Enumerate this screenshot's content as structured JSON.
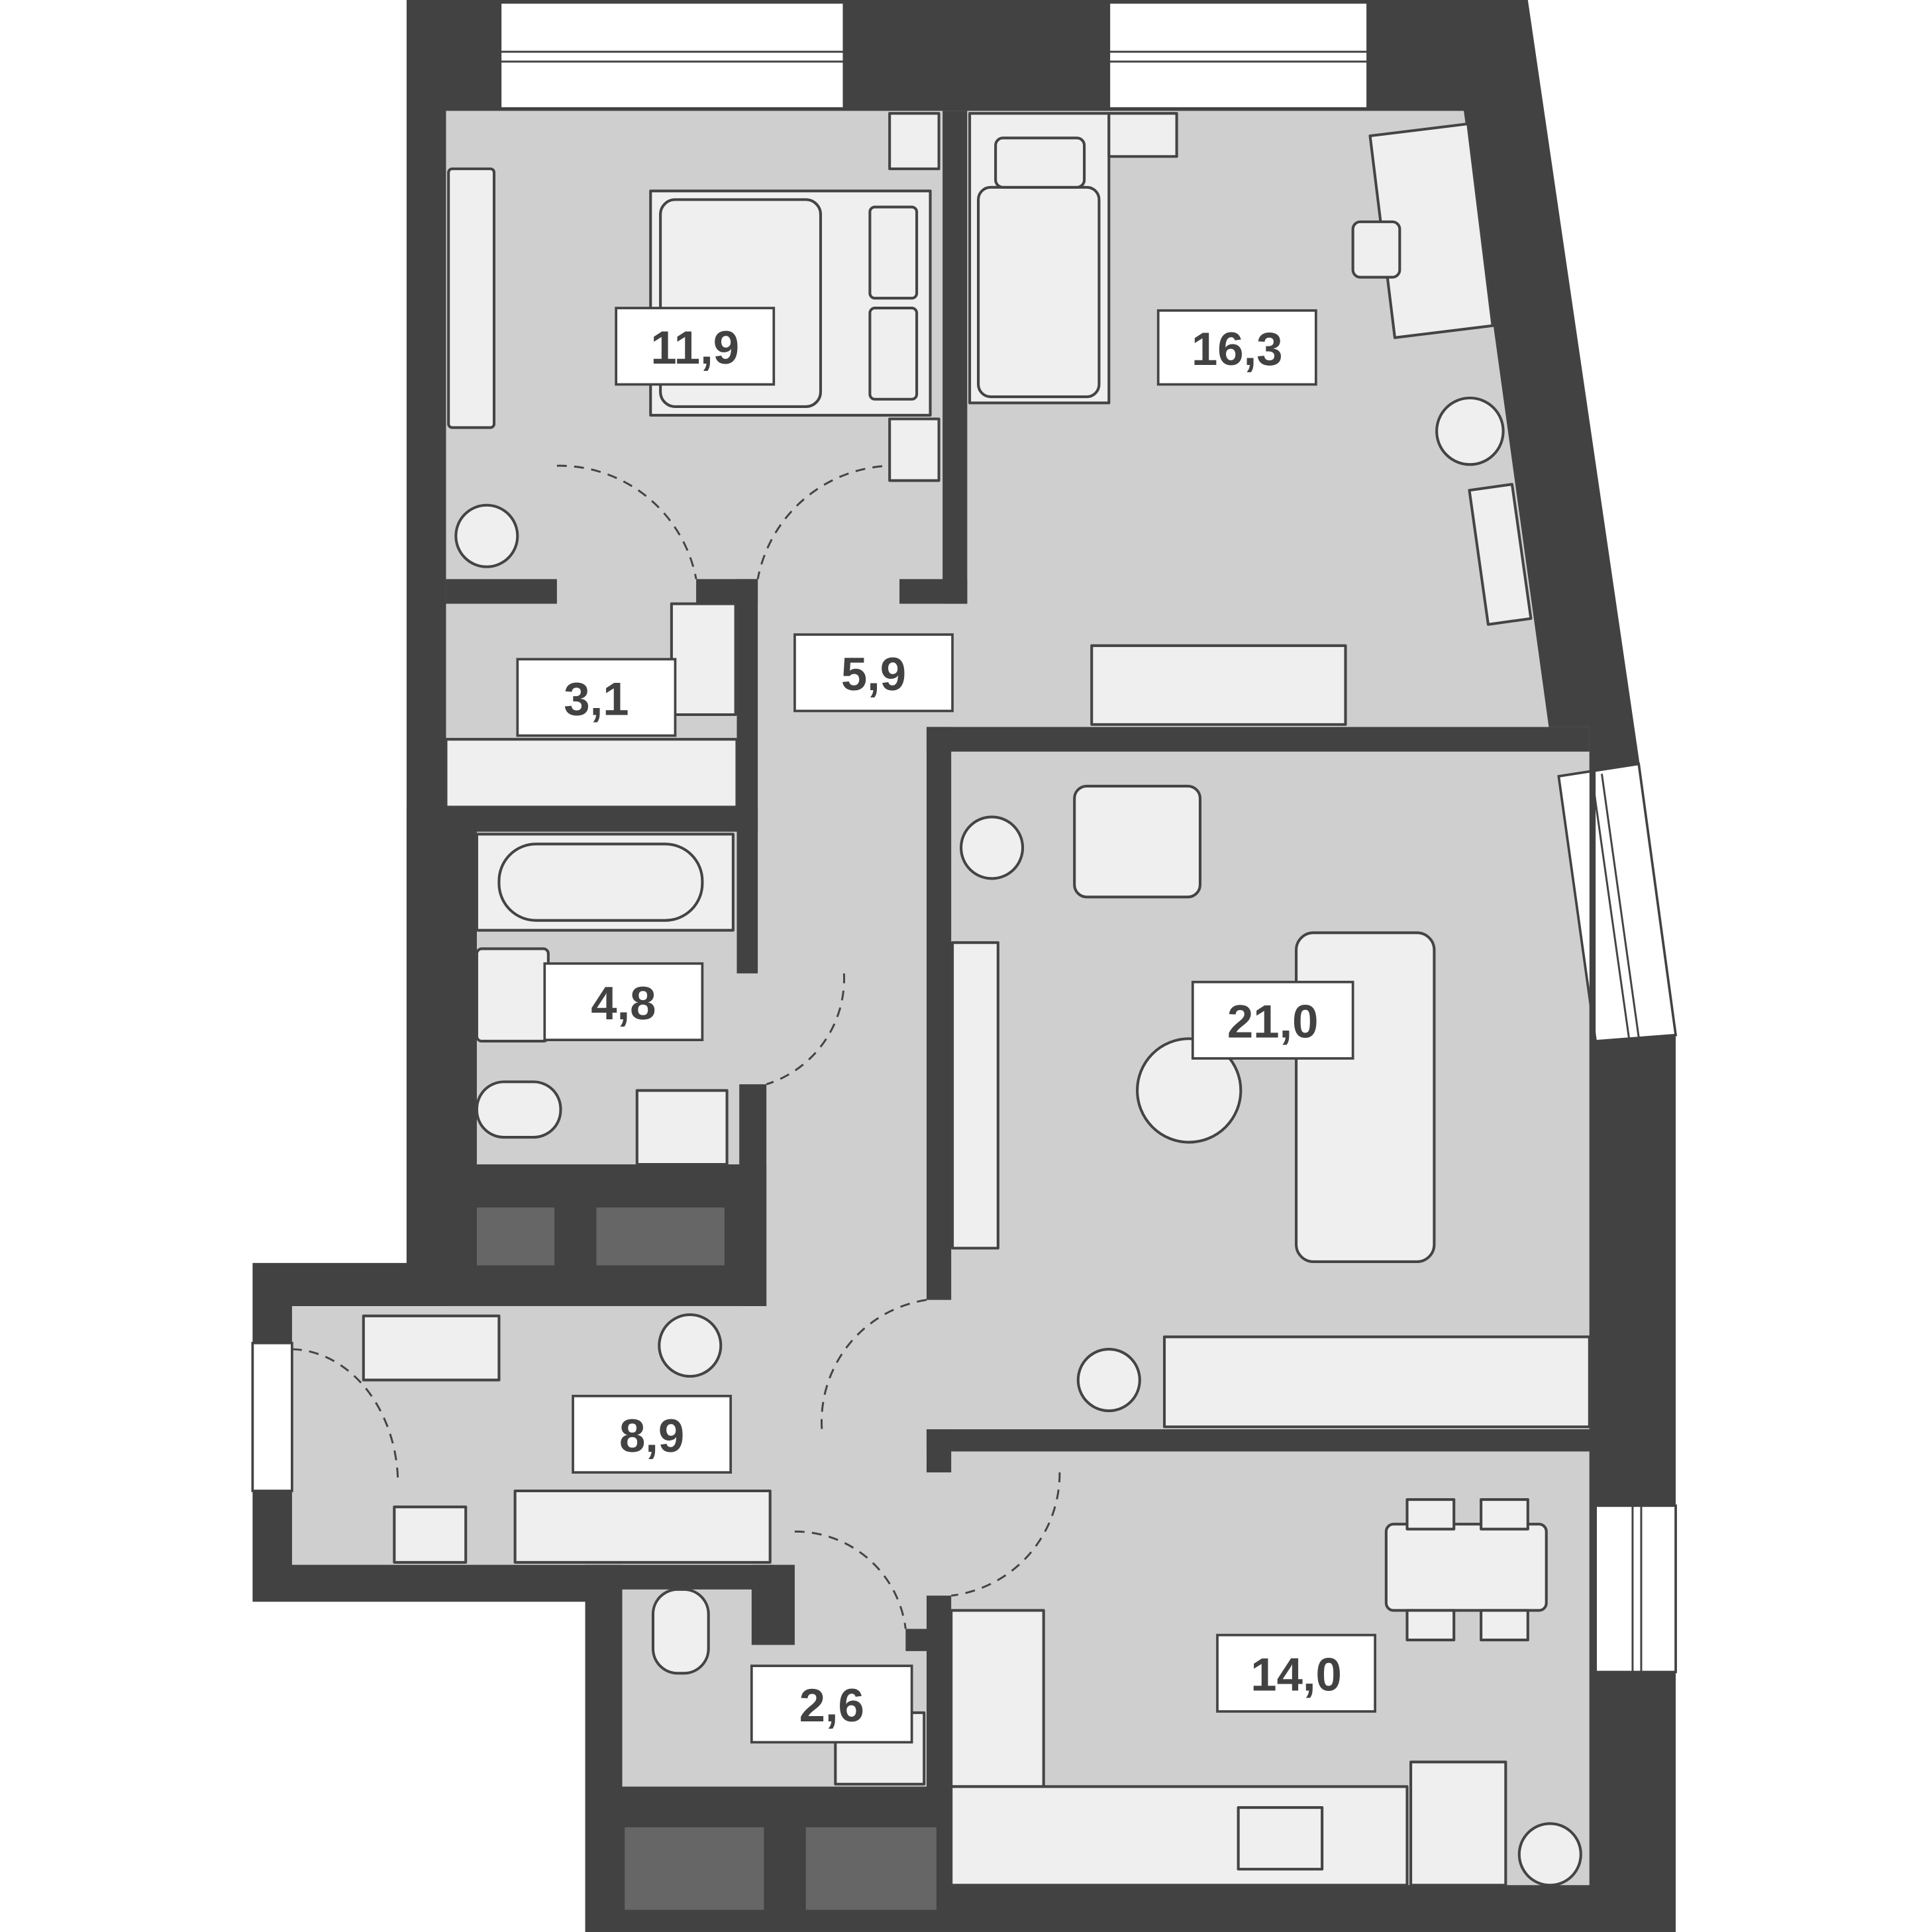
{
  "plan": {
    "colors": {
      "wall": "#424242",
      "floor": "#cfcfcf",
      "furniture": "#efefef",
      "label_bg": "#ffffff"
    },
    "rooms": [
      {
        "id": "bedroom-1",
        "area": "11,9"
      },
      {
        "id": "bedroom-2",
        "area": "16,3"
      },
      {
        "id": "corridor",
        "area": "5,9"
      },
      {
        "id": "closet",
        "area": "3,1"
      },
      {
        "id": "bathroom",
        "area": "4,8"
      },
      {
        "id": "living-room",
        "area": "21,0"
      },
      {
        "id": "hallway",
        "area": "8,9"
      },
      {
        "id": "toilet",
        "area": "2,6"
      },
      {
        "id": "kitchen",
        "area": "14,0"
      }
    ]
  }
}
